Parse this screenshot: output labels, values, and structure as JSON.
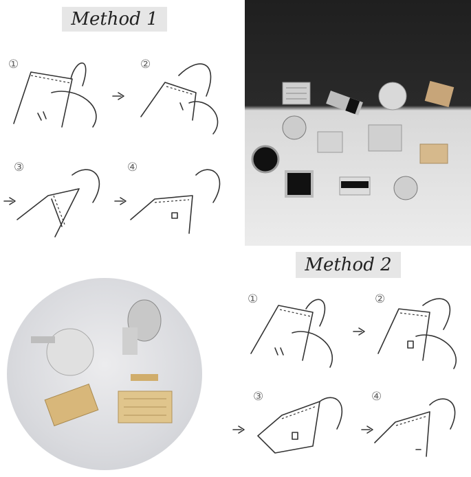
{
  "method1": {
    "title": "Method 1",
    "steps": [
      "①",
      "②",
      "③",
      "④"
    ]
  },
  "method2": {
    "title": "Method 2",
    "steps": [
      "①",
      "②",
      "③",
      "④"
    ]
  },
  "photos": {
    "top_right": "cufflinks-assortment-photo",
    "bottom_left": "cufflinks-pair-photo"
  }
}
